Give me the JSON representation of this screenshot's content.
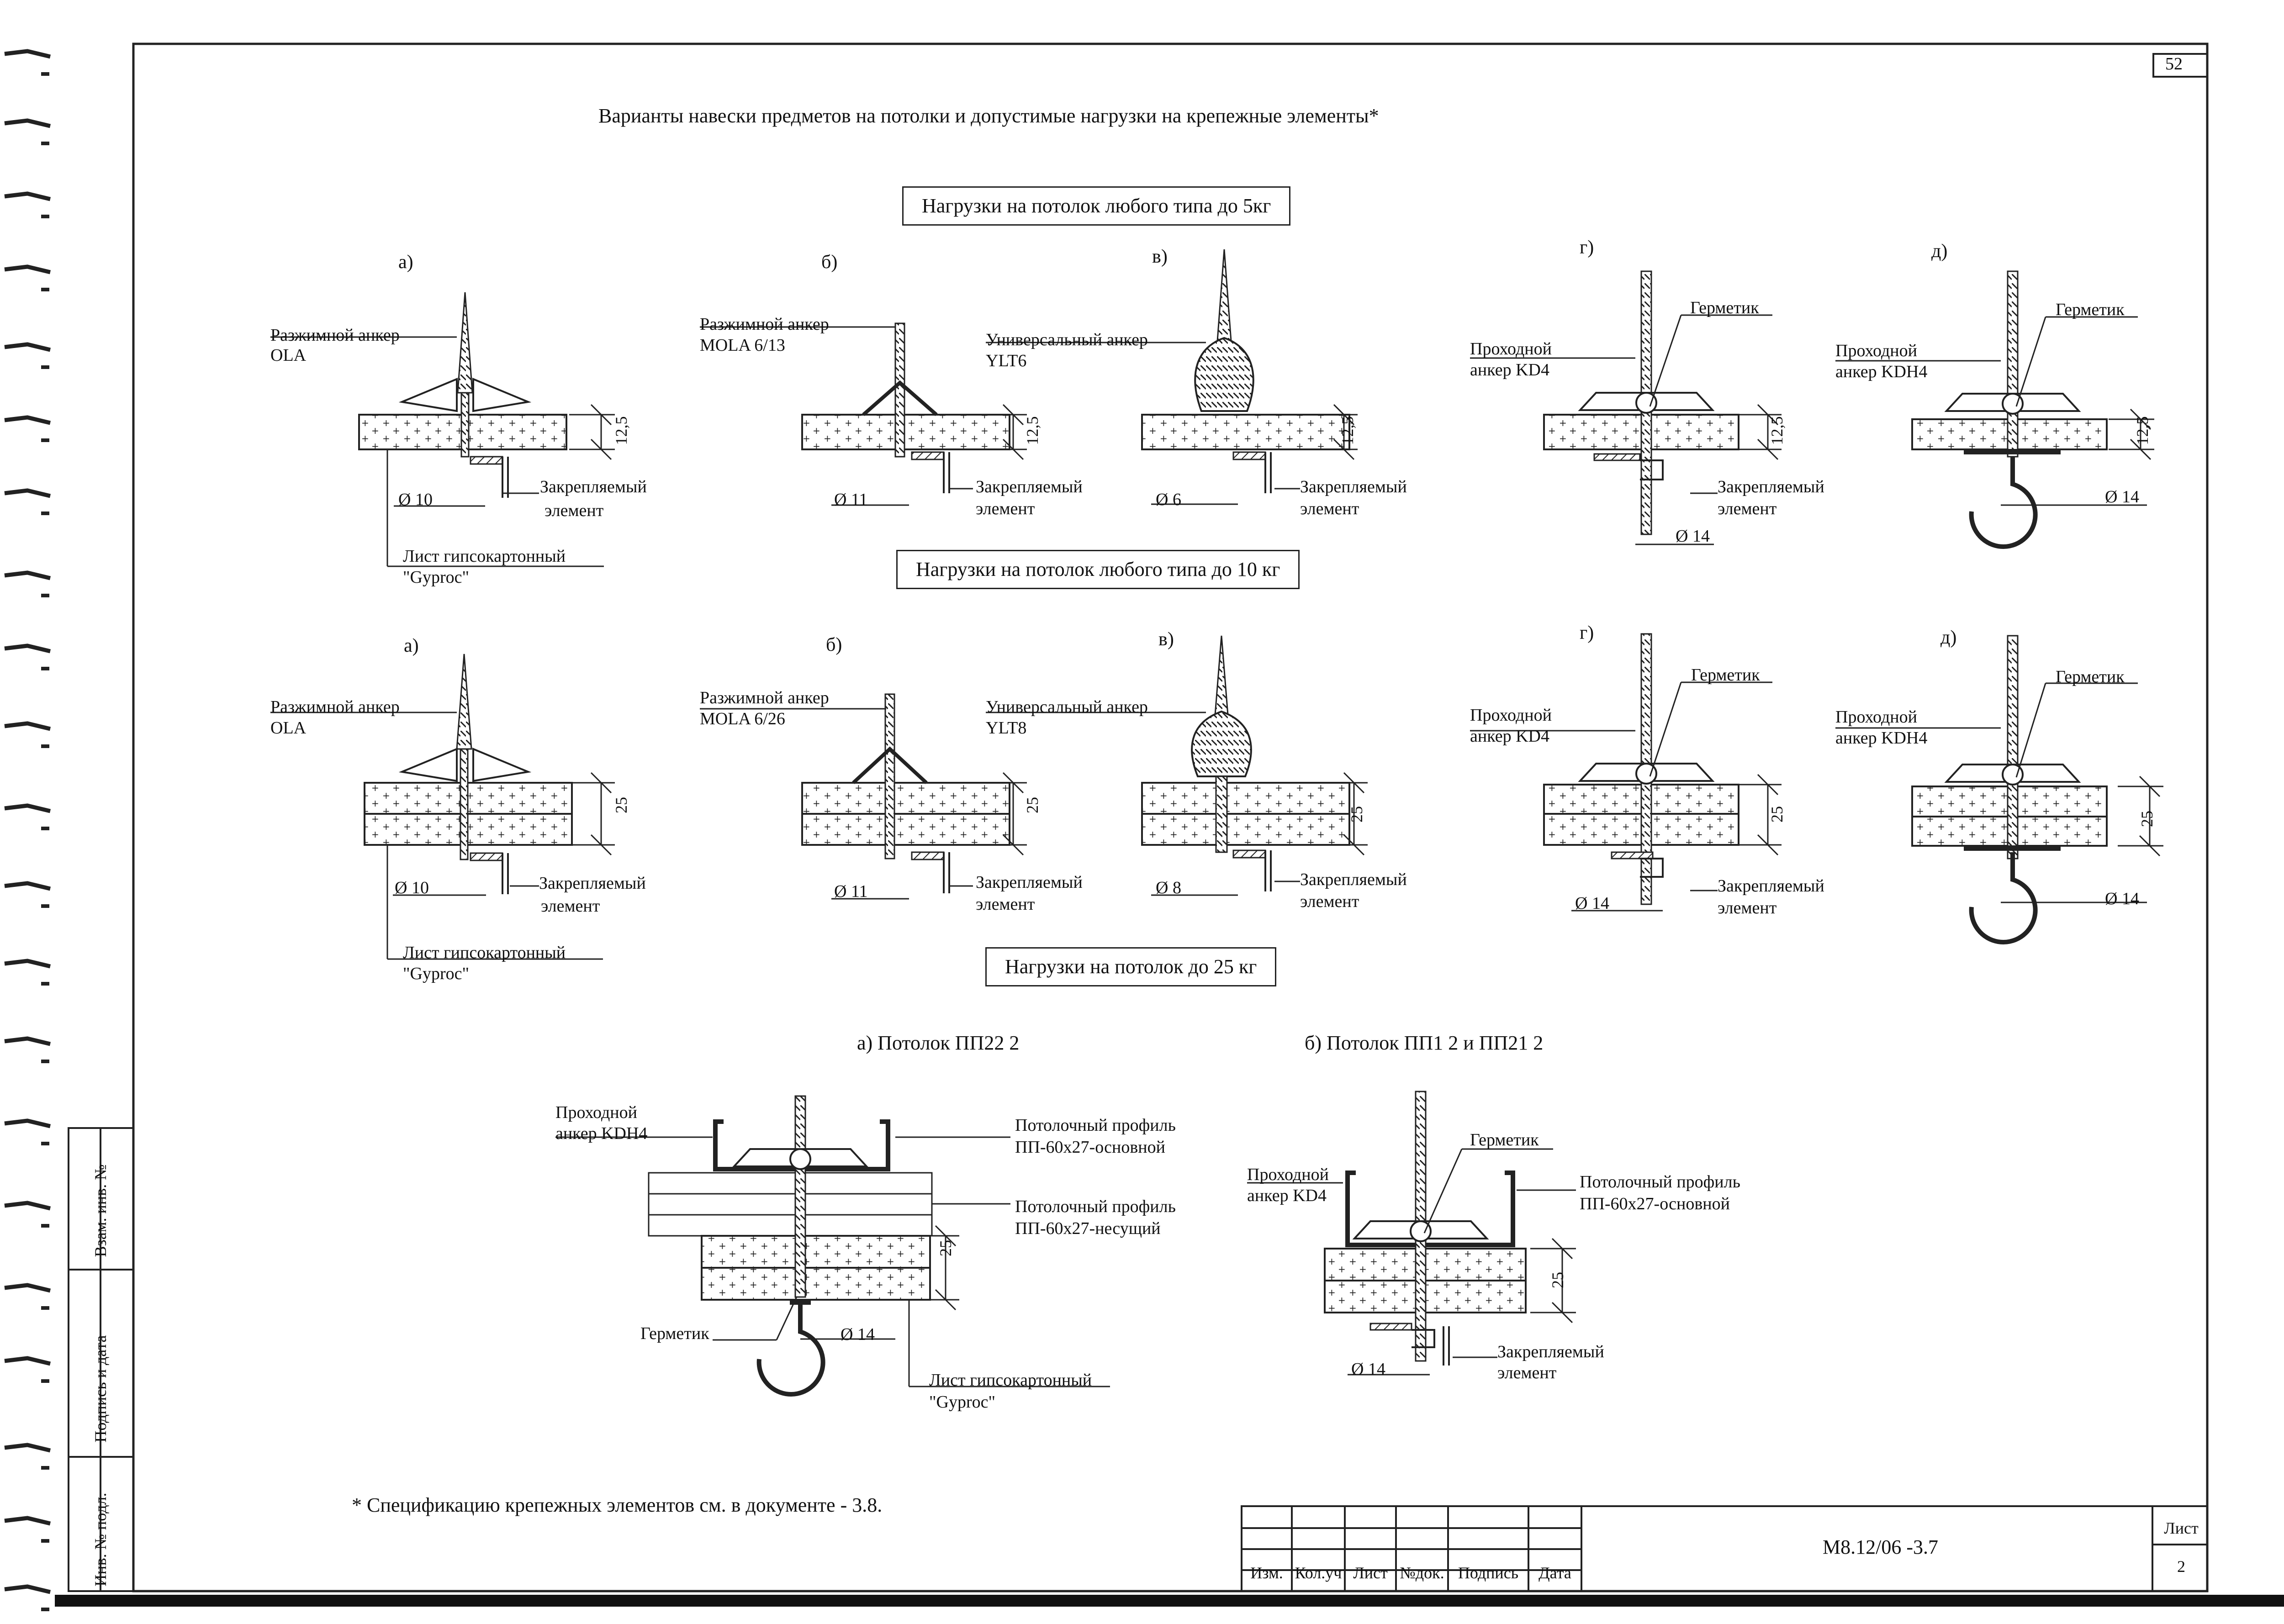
{
  "sheet": {
    "page_number": "52",
    "main_title": "Варианты навески предметов на потолки и допустимые нагрузки на крепежные элементы*",
    "footnote": "* Спецификацию крепежных элементов см. в документе - 3.8."
  },
  "sections": {
    "s5": "Нагрузки на потолок любого типа до 5кг",
    "s10": "Нагрузки на потолок любого типа до 10 кг",
    "s25": "Нагрузки на потолок до 25 кг"
  },
  "row1": {
    "a_letter": "а)",
    "a_anchor_l1": "Разжимной анкер",
    "a_anchor_l2": "OLA",
    "a_dim": "Ø 10",
    "a_elem_l1": "Закрепляемый",
    "a_elem_l2": "элемент",
    "a_sheet_l1": "Лист гипсокартонный",
    "a_sheet_l2": "\"Gyproc\"",
    "a_thick": "12,5",
    "b_letter": "б)",
    "b_anchor_l1": "Разжимной анкер",
    "b_anchor_l2": "MOLA 6/13",
    "b_dim": "Ø 11",
    "b_elem_l1": "Закрепляемый",
    "b_elem_l2": "элемент",
    "b_thick": "12,5",
    "v_letter": "в)",
    "v_anchor_l1": "Универсальный анкер",
    "v_anchor_l2": "YLT6",
    "v_dim": "Ø 6",
    "v_elem_l1": "Закрепляемый",
    "v_elem_l2": "элемент",
    "v_thick": "12,5",
    "g_letter": "г)",
    "g_sealant": "Герметик",
    "g_anchor_l1": "Проходной",
    "g_anchor_l2": "анкер KD4",
    "g_dim": "Ø 14",
    "g_elem_l1": "Закрепляемый",
    "g_elem_l2": "элемент",
    "g_thick": "12,5",
    "d_letter": "д)",
    "d_sealant": "Герметик",
    "d_anchor_l1": "Проходной",
    "d_anchor_l2": "анкер KDH4",
    "d_dim": "Ø 14",
    "d_thick": "12,5"
  },
  "row2": {
    "a_letter": "а)",
    "a_anchor_l1": "Разжимной анкер",
    "a_anchor_l2": "OLA",
    "a_dim": "Ø 10",
    "a_elem_l1": "Закрепляемый",
    "a_elem_l2": "элемент",
    "a_sheet_l1": "Лист гипсокартонный",
    "a_sheet_l2": "\"Gyproc\"",
    "a_thick": "25",
    "b_letter": "б)",
    "b_anchor_l1": "Разжимной анкер",
    "b_anchor_l2": "MOLA 6/26",
    "b_dim": "Ø 11",
    "b_elem_l1": "Закрепляемый",
    "b_elem_l2": "элемент",
    "b_thick": "25",
    "v_letter": "в)",
    "v_anchor_l1": "Универсальный анкер",
    "v_anchor_l2": "YLT8",
    "v_dim": "Ø 8",
    "v_elem_l1": "Закрепляемый",
    "v_elem_l2": "элемент",
    "v_thick": "25",
    "g_letter": "г)",
    "g_sealant": "Герметик",
    "g_anchor_l1": "Проходной",
    "g_anchor_l2": "анкер KD4",
    "g_dim": "Ø 14",
    "g_elem_l1": "Закрепляемый",
    "g_elem_l2": "элемент",
    "g_thick": "25",
    "d_letter": "д)",
    "d_sealant": "Герметик",
    "d_anchor_l1": "Проходной",
    "d_anchor_l2": "анкер KDH4",
    "d_dim": "Ø 14",
    "d_thick": "25"
  },
  "row3": {
    "a_caption": "а) Потолок ПП22 2",
    "a_anchor_l1": "Проходной",
    "a_anchor_l2": "анкер KDH4",
    "a_profile1_l1": "Потолочный профиль",
    "a_profile1_l2": "ПП-60х27-основной",
    "a_profile2_l1": "Потолочный профиль",
    "a_profile2_l2": "ПП-60х27-несущий",
    "a_sealant": "Герметик",
    "a_dim": "Ø 14",
    "a_sheet_l1": "Лист гипсокартонный",
    "a_sheet_l2": "\"Gyproc\"",
    "a_thick": "25",
    "b_caption": "б) Потолок ПП1 2 и ПП21 2",
    "b_sealant": "Герметик",
    "b_anchor_l1": "Проходной",
    "b_anchor_l2": "анкер KD4",
    "b_profile_l1": "Потолочный профиль",
    "b_profile_l2": "ПП-60х27-основной",
    "b_dim": "Ø 14",
    "b_elem_l1": "Закрепляемый",
    "b_elem_l2": "элемент",
    "b_thick": "25"
  },
  "side_stamp": {
    "f1": "Взам. инв. №",
    "f2": "Подпись и дата",
    "f3": "Инв. № подл."
  },
  "title_block": {
    "izm": "Изм.",
    "kol": "Кол.уч",
    "list": "Лист",
    "ndok": "№док.",
    "podpis": "Подпись",
    "data": "Дата",
    "code": "М8.12/06 -3.7",
    "list_label": "Лист",
    "list_no": "2"
  }
}
